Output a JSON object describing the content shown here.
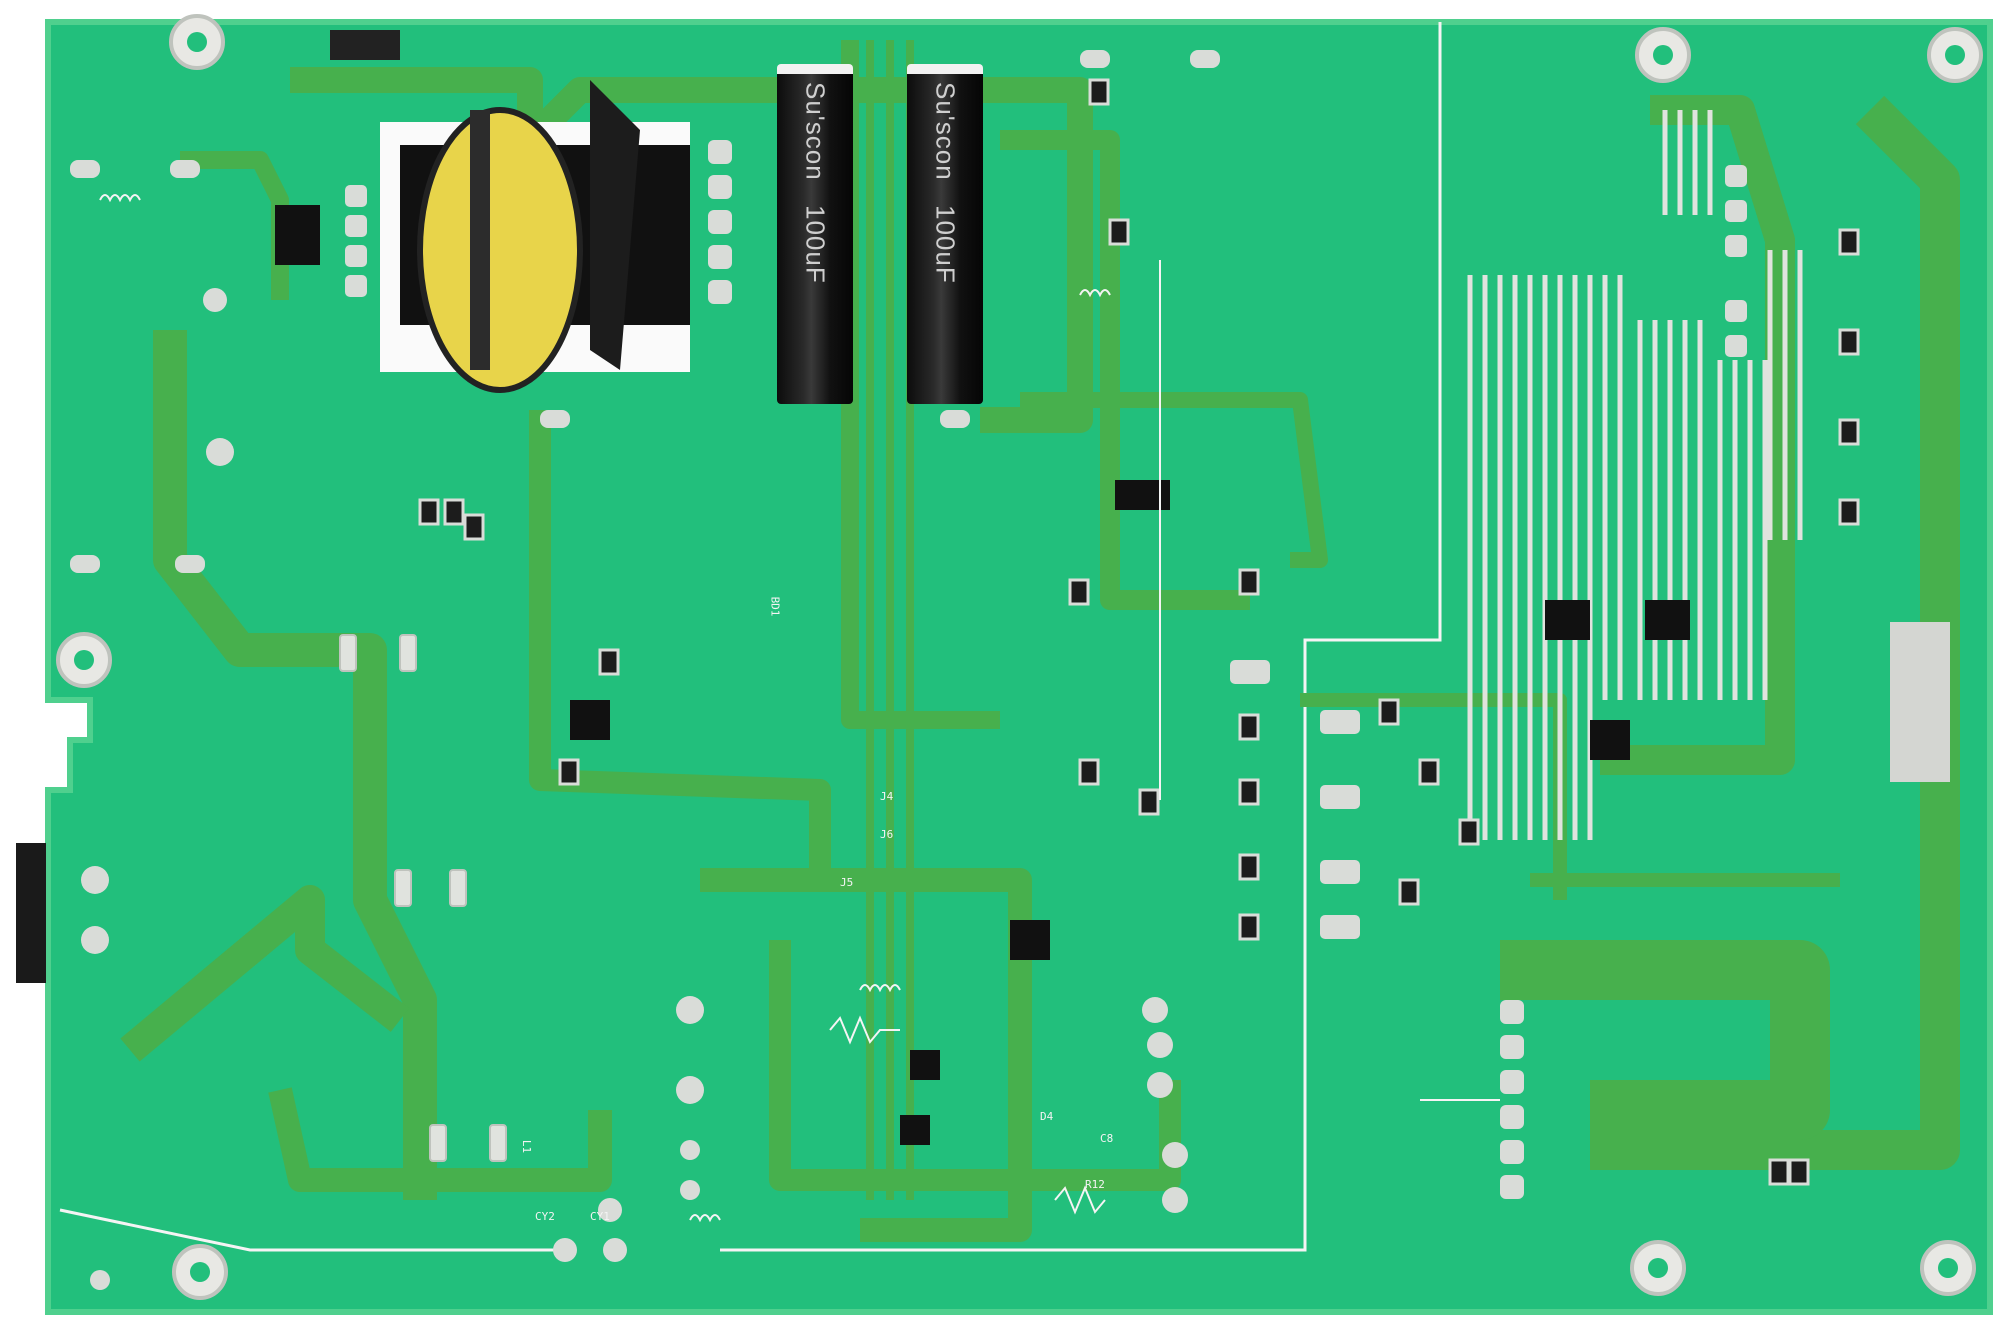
{
  "capacitors": [
    {
      "brand": "Su'scon",
      "value": "100uF"
    },
    {
      "brand": "Su'scon",
      "value": "100uF"
    }
  ],
  "silkscreen": [
    "L1",
    "J4",
    "J5",
    "J6",
    "C8",
    "R12",
    "D4",
    "CY1",
    "CY2",
    "BD1"
  ],
  "colors": {
    "board": "#22bf7c",
    "trace": "#45b24e",
    "pad": "#d9dcd8",
    "silk": "#f4f4f4"
  }
}
